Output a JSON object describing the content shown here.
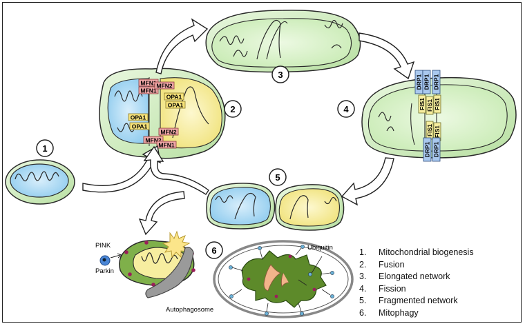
{
  "step_numbers": {
    "n1": "1",
    "n2": "2",
    "n3": "3",
    "n4": "4",
    "n5": "5",
    "n6": "6"
  },
  "proteins": {
    "mfn1": "MFN1",
    "mfn2": "MFN2",
    "opa1": "OPA1",
    "drp1": "DRP1",
    "fis1": "FIS1"
  },
  "labels": {
    "pink": "PINK",
    "parkin": "Parkin",
    "autophagosome": "Autophagosome",
    "ubiquitin": "Ubiquitin"
  },
  "legend": [
    {
      "num": "1.",
      "text": "Mitochondrial biogenesis"
    },
    {
      "num": "2.",
      "text": "Fusion"
    },
    {
      "num": "3.",
      "text": "Elongated network"
    },
    {
      "num": "4.",
      "text": "Fission"
    },
    {
      "num": "5.",
      "text": "Fragmented network"
    },
    {
      "num": "6.",
      "text": "Mitophagy"
    }
  ],
  "colors": {
    "outer_green": "#c5e8b4",
    "inner_green": "#d8f2c8",
    "blue_matrix": "#a9d8f2",
    "yellow_matrix": "#f7eea0",
    "mfn_fill": "#f0a7a7",
    "opa_fill": "#f6e27a",
    "drp_fill": "#a9c8ee",
    "dark_green": "#5d8a2a",
    "autophagosome": "#9a9a9a"
  }
}
